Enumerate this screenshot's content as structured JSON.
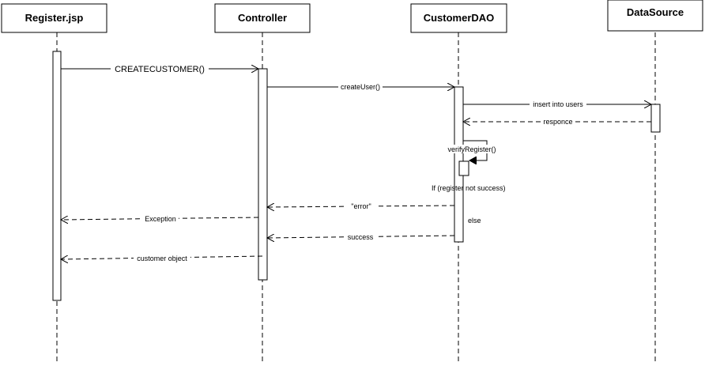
{
  "lifelines": [
    {
      "id": "register",
      "label": "Register.jsp"
    },
    {
      "id": "controller",
      "label": "Controller"
    },
    {
      "id": "dao",
      "label": "CustomerDAO"
    },
    {
      "id": "datasource",
      "label": "DataSource"
    }
  ],
  "messages": [
    {
      "id": "createcustomer",
      "label": "CREATECUSTOMER()",
      "from": "register",
      "to": "controller",
      "style": "solid"
    },
    {
      "id": "createuser",
      "label": "createUser()",
      "from": "controller",
      "to": "dao",
      "style": "solid"
    },
    {
      "id": "insert",
      "label": "insert into users",
      "from": "dao",
      "to": "datasource",
      "style": "solid"
    },
    {
      "id": "responce",
      "label": "responce",
      "from": "datasource",
      "to": "dao",
      "style": "dashed"
    },
    {
      "id": "verify",
      "label": "verifyRegister()",
      "from": "dao",
      "to": "dao",
      "style": "solid"
    },
    {
      "id": "error",
      "label": "\"error\"",
      "from": "dao",
      "to": "controller",
      "style": "dashed"
    },
    {
      "id": "exception",
      "label": "Exception",
      "from": "controller",
      "to": "register",
      "style": "dashed"
    },
    {
      "id": "success",
      "label": "success",
      "from": "dao",
      "to": "controller",
      "style": "dashed"
    },
    {
      "id": "customerobj",
      "label": "customer object",
      "from": "controller",
      "to": "register",
      "style": "dashed"
    }
  ],
  "notes": {
    "condition": "If (register not success)",
    "else": "else"
  }
}
